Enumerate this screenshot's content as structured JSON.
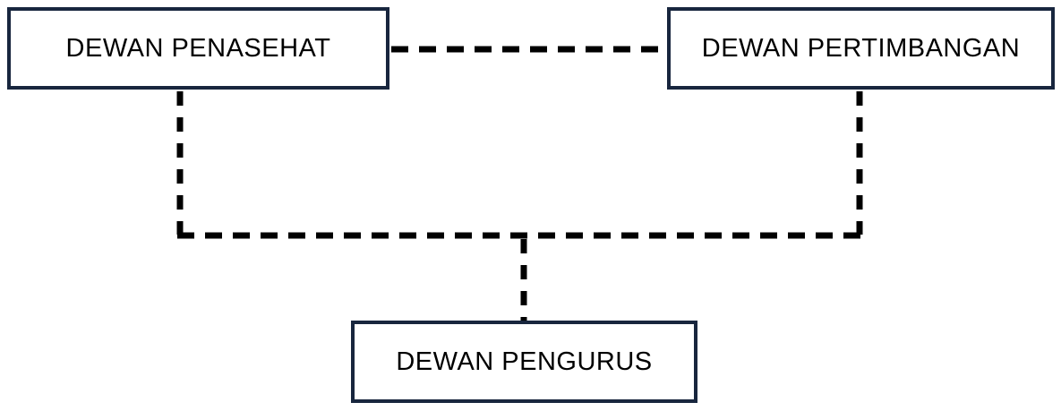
{
  "diagram": {
    "type": "org-chart",
    "boxes": [
      {
        "id": "dewan-penasehat",
        "label": "DEWAN PENASEHAT"
      },
      {
        "id": "dewan-pertimbangan",
        "label": "DEWAN PERTIMBANGAN"
      },
      {
        "id": "dewan-pengurus",
        "label": "DEWAN PENGURUS"
      }
    ],
    "connections": [
      {
        "from": "dewan-penasehat",
        "to": "dewan-pertimbangan",
        "style": "dashed"
      },
      {
        "from": "dewan-penasehat",
        "to": "dewan-pengurus",
        "style": "dashed"
      },
      {
        "from": "dewan-pertimbangan",
        "to": "dewan-pengurus",
        "style": "dashed"
      }
    ],
    "colors": {
      "box_border": "#18263E",
      "box_fill": "#FFFFFF",
      "connector": "#000000",
      "text": "#000000",
      "background": "#FFFFFF"
    }
  }
}
